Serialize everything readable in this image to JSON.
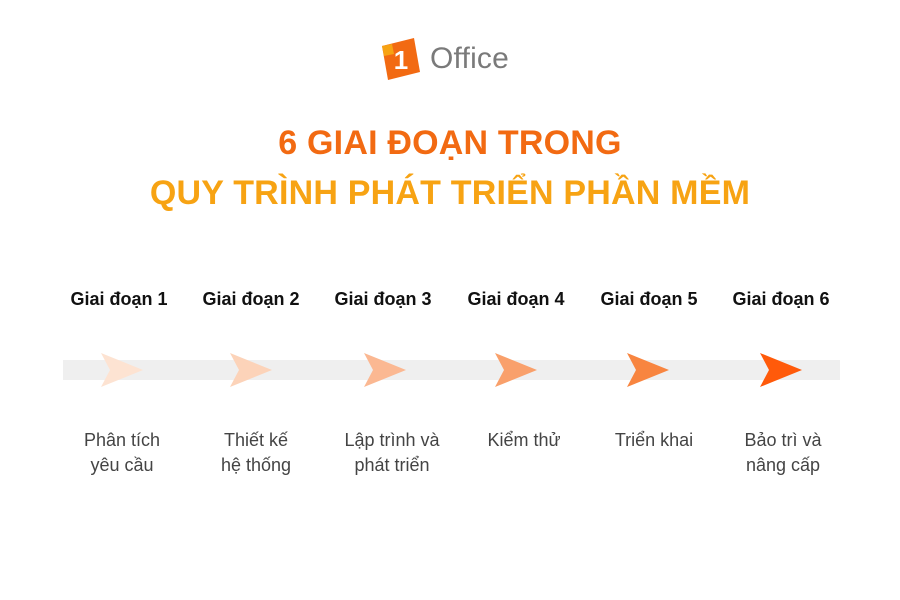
{
  "logo": {
    "mark_digit": "1",
    "text": "Office"
  },
  "title": {
    "line1": "6 GIAI ĐOẠN TRONG",
    "line2": "QUY TRÌNH PHÁT TRIỂN PHẦN MỀM"
  },
  "colors": {
    "title_line1": "#f26a12",
    "title_line2": "#f7a313",
    "accent": "#ff5a0a",
    "track": "#efefef"
  },
  "stages": [
    {
      "label": "Giai đoạn 1",
      "desc_lines": [
        "Phân tích",
        "yêu cầu"
      ],
      "arrow_color": "#fde3d2"
    },
    {
      "label": "Giai đoạn 2",
      "desc_lines": [
        "Thiết kế",
        "hệ thống"
      ],
      "arrow_color": "#fcd3b9"
    },
    {
      "label": "Giai đoạn 3",
      "desc_lines": [
        "Lập trình và",
        "phát triển"
      ],
      "arrow_color": "#fbb892"
    },
    {
      "label": "Giai đoạn 4",
      "desc_lines": [
        "Kiểm thử"
      ],
      "arrow_color": "#f9a06b"
    },
    {
      "label": "Giai đoạn 5",
      "desc_lines": [
        "Triển khai"
      ],
      "arrow_color": "#f88540"
    },
    {
      "label": "Giai đoạn 6",
      "desc_lines": [
        "Bảo trì và",
        "nâng cấp"
      ],
      "arrow_color": "#ff5a0a"
    }
  ]
}
